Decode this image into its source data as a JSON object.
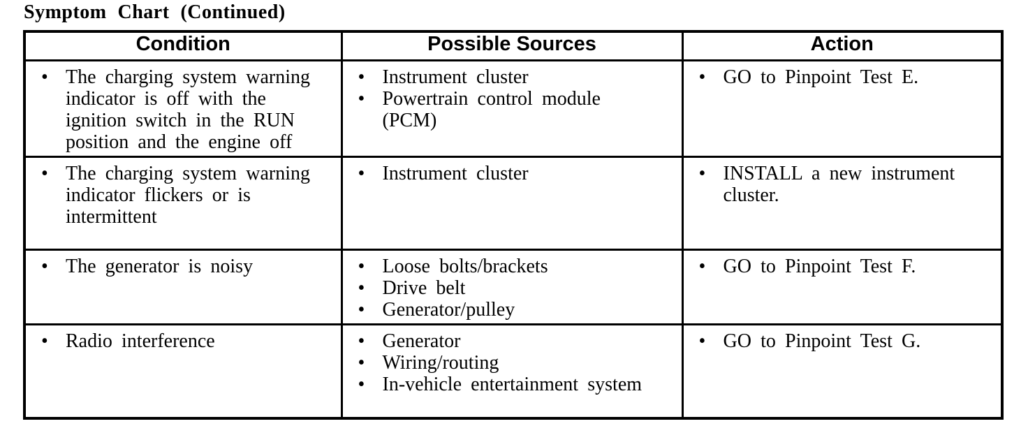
{
  "page_title": "Symptom Chart (Continued)",
  "table": {
    "headers": [
      "Condition",
      "Possible Sources",
      "Action"
    ],
    "rows": [
      {
        "condition": [
          "The charging system warning indicator is off with the ignition switch in the RUN position and the engine off"
        ],
        "sources": [
          "Instrument cluster",
          "Powertrain control module (PCM)"
        ],
        "action": [
          "GO to Pinpoint Test E."
        ]
      },
      {
        "condition": [
          "The charging system warning indicator flickers or is intermittent"
        ],
        "sources": [
          "Instrument cluster"
        ],
        "action": [
          "INSTALL a new instrument cluster."
        ]
      },
      {
        "condition": [
          "The generator is noisy"
        ],
        "sources": [
          "Loose bolts/brackets",
          "Drive belt",
          "Generator/pulley"
        ],
        "action": [
          "GO to Pinpoint Test F."
        ]
      },
      {
        "condition": [
          "Radio interference"
        ],
        "sources": [
          "Generator",
          "Wiring/routing",
          "In-vehicle entertainment system"
        ],
        "action": [
          "GO to Pinpoint Test G."
        ]
      }
    ]
  }
}
